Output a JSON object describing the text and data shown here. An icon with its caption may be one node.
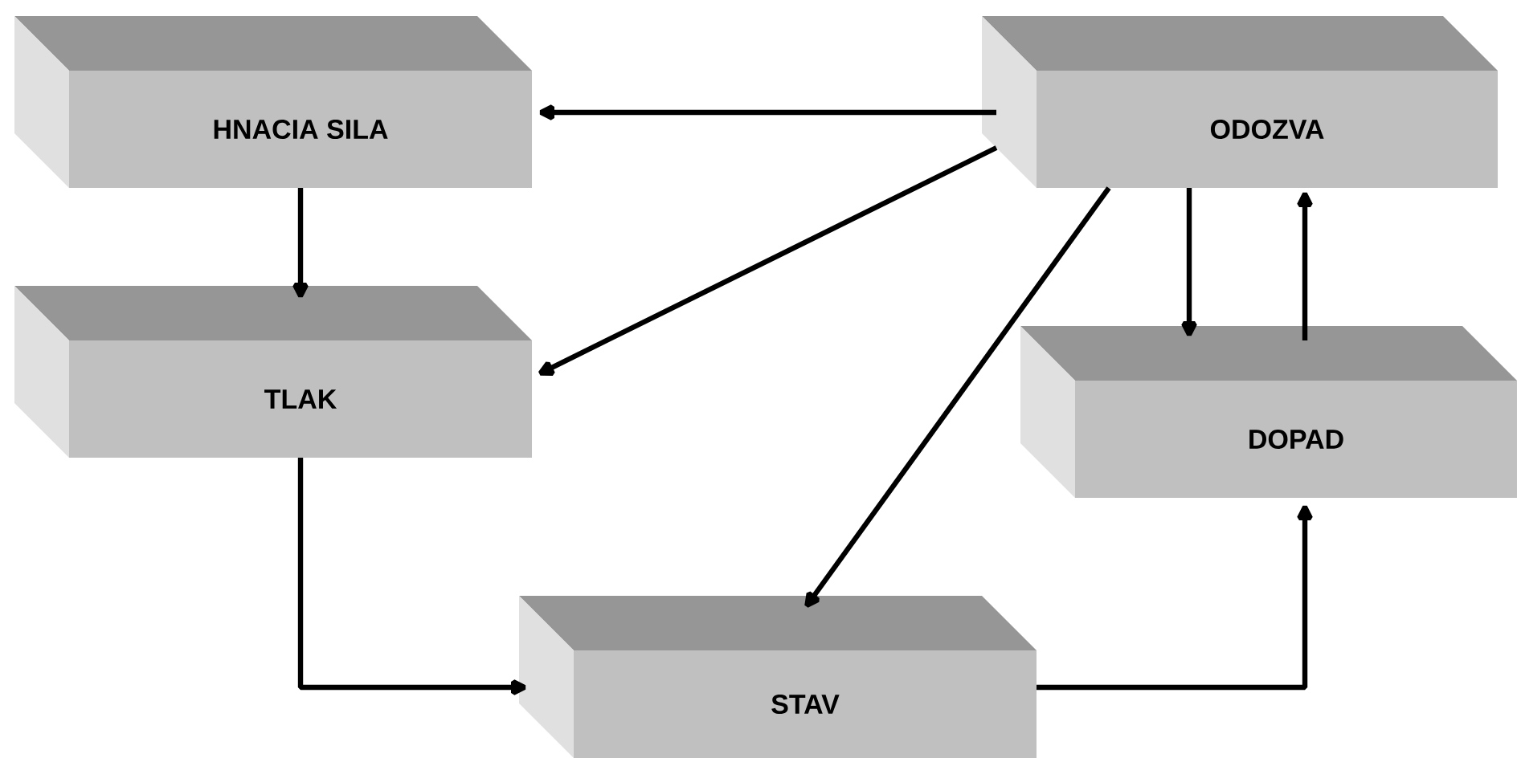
{
  "diagram": {
    "nodes": [
      {
        "text": [
          "HNACIA SILA"
        ]
      },
      {
        "text": [
          "ODOZVA"
        ]
      },
      {
        "text": [
          "TLAK"
        ]
      },
      {
        "text": [
          "DOPAD"
        ]
      },
      {
        "text": [
          "STAV"
        ]
      }
    ],
    "edges": [
      {
        "from": 1,
        "to": 0,
        "arrow": "to"
      },
      {
        "from": 0,
        "to": 2,
        "arrow": "to"
      },
      {
        "from": 1,
        "to": 2,
        "arrow": "to"
      },
      {
        "from": 1,
        "to": 4,
        "arrow": "to"
      },
      {
        "from": 1,
        "to": 3,
        "arrow": "to"
      },
      {
        "from": 3,
        "to": 1,
        "arrow": "to"
      },
      {
        "from": 2,
        "to": 4,
        "arrow": "to"
      },
      {
        "from": 4,
        "to": 3,
        "arrow": "to"
      }
    ]
  }
}
